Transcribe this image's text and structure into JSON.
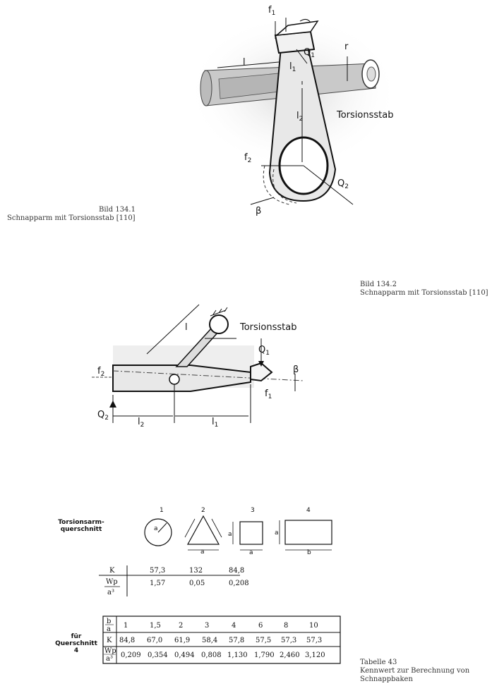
{
  "figure1": {
    "caption_number": "Bild 134.1",
    "caption_text": "Schnapparm mit Torsionsstab [110]",
    "labels": {
      "f1": "f",
      "f1_sub": "1",
      "Q1": "Q",
      "Q1_sub": "1",
      "l1": "l",
      "l1_sub": "1",
      "l": "l",
      "r": "r",
      "l2": "l",
      "l2_sub": "2",
      "torsionsstab": "Torsionsstab",
      "f2": "f",
      "f2_sub": "2",
      "Q2": "Q",
      "Q2_sub": "2",
      "beta": "β"
    }
  },
  "figure2": {
    "caption_number": "Bild 134.2",
    "caption_text": "Schnapparm mit Torsionsstab [110]",
    "labels": {
      "l": "l",
      "torsionsstab": "Torsionsstab",
      "Q1": "Q",
      "Q1_sub": "1",
      "f2": "f",
      "f2_sub": "2",
      "beta": "β",
      "f1": "f",
      "f1_sub": "1",
      "Q2": "Q",
      "Q2_sub": "2",
      "l2": "l",
      "l2_sub": "2",
      "l1": "l",
      "l1_sub": "1"
    }
  },
  "table": {
    "caption_number": "Tabelle 43",
    "caption_line1": "Kennwert zur Berechnung von",
    "caption_line2": "Schnappbaken",
    "cross_section_label_line1": "Torsionsarm-",
    "cross_section_label_line2": "querschnitt",
    "shapes": [
      {
        "number": "1",
        "dim": "a"
      },
      {
        "number": "2",
        "dim": "a"
      },
      {
        "number": "3",
        "dim": "a"
      },
      {
        "number": "4",
        "dim_a": "a",
        "dim_b": "b"
      }
    ],
    "upper_rows": [
      {
        "label": "K",
        "values": [
          "57,3",
          "132",
          "84,8"
        ]
      },
      {
        "label_num": "Wp",
        "label_den": "a³",
        "values": [
          "1,57",
          "0,05",
          "0,208"
        ]
      }
    ],
    "side_label_line1": "für",
    "side_label_line2": "Querschnitt",
    "side_label_line3": "4",
    "lower_rows": [
      {
        "label_num": "b",
        "label_den": "a",
        "values": [
          "1",
          "1,5",
          "2",
          "3",
          "4",
          "6",
          "8",
          "10"
        ]
      },
      {
        "label": "K",
        "values": [
          "84,8",
          "67,0",
          "61,9",
          "58,4",
          "57,8",
          "57,5",
          "57,3",
          "57,3"
        ]
      },
      {
        "label_num": "Wp",
        "label_den": "a³",
        "values": [
          "0,209",
          "0,354",
          "0,494",
          "0,808",
          "1,130",
          "1,790",
          "2,460",
          "3,120"
        ]
      }
    ]
  }
}
